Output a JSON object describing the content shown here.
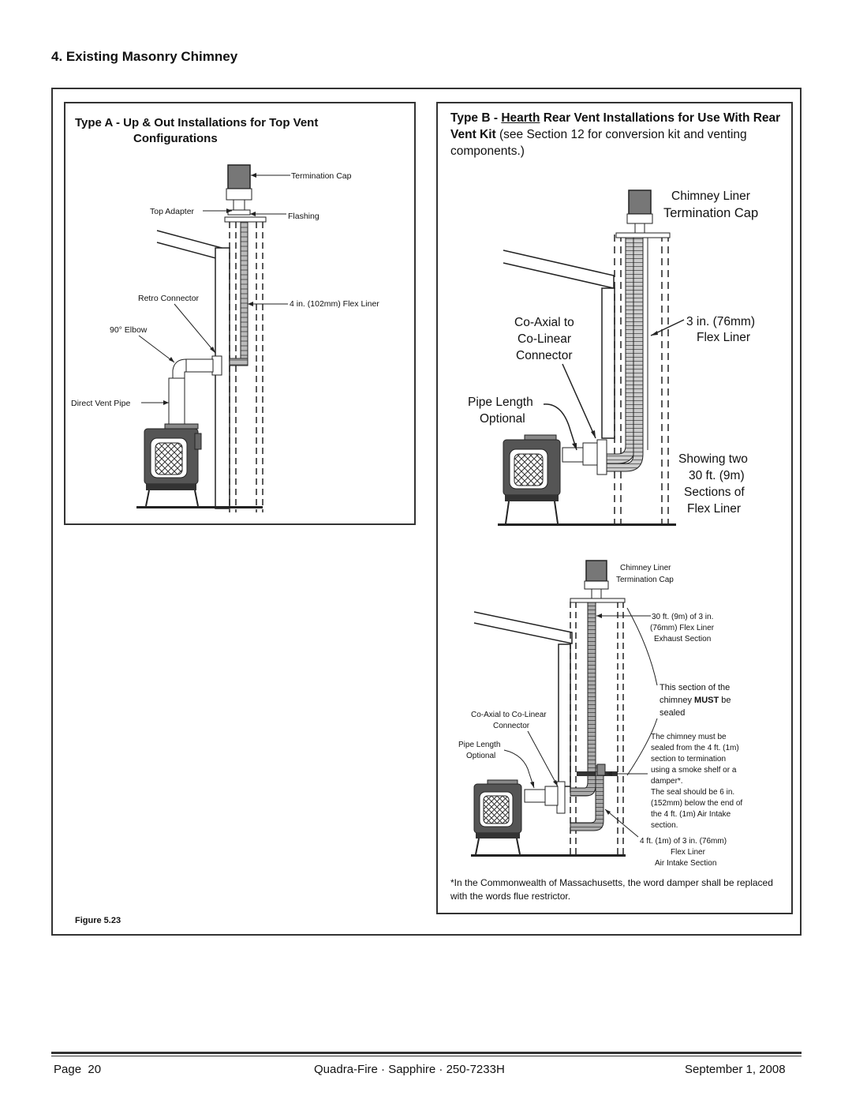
{
  "section_title": "4. Existing Masonry Chimney",
  "panel_a": {
    "heading_line1": "Type A - Up & Out Installations for Top Vent",
    "heading_line2": "Configurations",
    "labels": {
      "termination_cap": "Termination Cap",
      "top_adapter": "Top Adapter",
      "flashing": "Flashing",
      "retro_connector": "Retro Connector",
      "flex_liner": "4 in. (102mm) Flex Liner",
      "elbow": "90° Elbow",
      "direct_vent_pipe": "Direct Vent Pipe"
    }
  },
  "panel_b": {
    "heading_type": "Type B - ",
    "heading_hearth": "Hearth",
    "heading_rest": " Rear Vent Installations for Use",
    "heading_kit": "With Rear Vent Kit",
    "heading_note": " (see Section 12 for conversion kit and venting components.)",
    "top_diagram": {
      "cap_line1": "Chimney Liner",
      "cap_line2": "Termination Cap",
      "connector_line1": "Co-Axial to",
      "connector_line2": "Co-Linear",
      "connector_line3": "Connector",
      "pipe_line1": "Pipe Length",
      "pipe_line2": "Optional",
      "liner_line1": "3 in. (76mm)",
      "liner_line2": "Flex Liner",
      "showing_line1": "Showing two",
      "showing_line2": "30 ft. (9m)",
      "showing_line3": "Sections of",
      "showing_line4": "Flex Liner"
    },
    "bottom_diagram": {
      "cap_line1": "Chimney Liner",
      "cap_line2": "Termination Cap",
      "exhaust_line1": "30 ft. (9m) of 3 in.",
      "exhaust_line2": "(76mm) Flex Liner",
      "exhaust_line3": "Exhaust Section",
      "sealed_line1": "This section of the",
      "sealed_line2a": "chimney ",
      "sealed_must": "MUST",
      "sealed_line2b": " be",
      "sealed_line3": "sealed",
      "connector_line1": "Co-Axial to Co-Linear",
      "connector_line2": "Connector",
      "pipe_line1": "Pipe Length",
      "pipe_line2": "Optional",
      "seal_note": [
        "The chimney must be",
        "sealed from the 4 ft. (1m)",
        "section to termination",
        "using a smoke shelf or a",
        "damper*.",
        "The seal should be 6 in.",
        "(152mm) below the end of",
        "the 4 ft. (1m) Air Intake",
        "section."
      ],
      "intake_line1": "4 ft. (1m) of 3 in. (76mm)",
      "intake_line2": "Flex Liner",
      "intake_line3": "Air Intake Section"
    },
    "footnote": "*In the Commonwealth of Massachusetts, the word damper shall be replaced with the words flue restrictor."
  },
  "figure_label": "Figure 5.23",
  "footer": {
    "page": "Page  20",
    "document": "Quadra-Fire · Sapphire · 250-7233H",
    "date": "September 1, 2008"
  }
}
